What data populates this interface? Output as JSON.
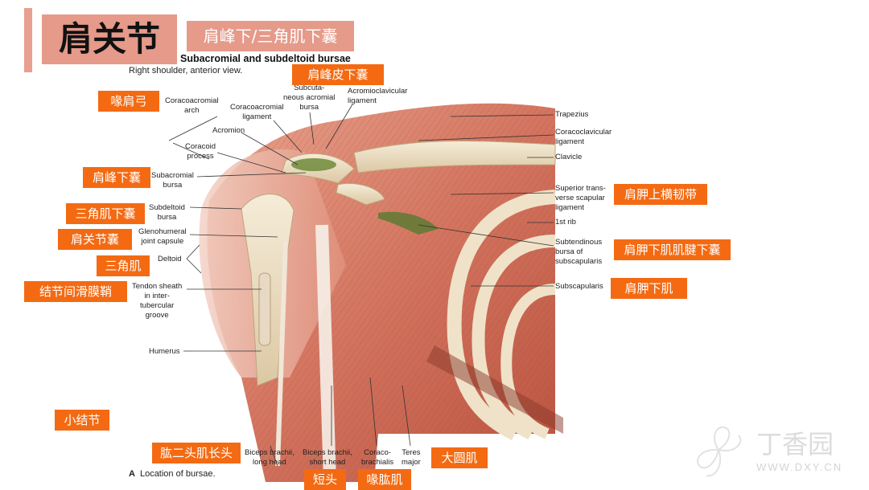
{
  "slide": {
    "title": "肩关节",
    "subtitle": "肩峰下/三角肌下囊"
  },
  "figure": {
    "title": "Subacromial and subdeltoid bursae",
    "subtitle": "Right shoulder, anterior view.",
    "caption_letter": "A",
    "caption_text": "Location of bursae."
  },
  "labels_en": {
    "coracoacromial_arch": "Coracoacromial\narch",
    "coracoacromial_ligament": "Coracoacromial\nligament",
    "subcutaneous_bursa": "Subcuta-\nneous acromial\nbursa",
    "acromioclavicular_ligament": "Acromioclavicular\nligament",
    "acromion": "Acromion",
    "coracoid_process": "Coracoid\nprocess",
    "subacromial_bursa": "Subacromial\nbursa",
    "subdeltoid_bursa": "Subdeltoid\nbursa",
    "glenohumeral_capsule": "Glenohumeral\njoint capsule",
    "deltoid": "Deltoid",
    "tendon_sheath": "Tendon sheath\nin inter-\ntubercular\ngroove",
    "humerus": "Humerus",
    "trapezius": "Trapezius",
    "coracoclavicular_ligament": "Coracoclavicular\nligament",
    "clavicle": "Clavicle",
    "superior_transverse": "Superior trans-\nverse scapular\nligament",
    "first_rib": "1st rib",
    "subtendinous_bursa": "Subtendinous\nbursa of\nsubscapularis",
    "subscapularis": "Subscapularis",
    "biceps_long": "Biceps brachii,\nlong head",
    "biceps_short": "Biceps brachii,\nshort head",
    "coracobrachialis": "Coraco-\nbrachialis",
    "teres_major": "Teres\nmajor"
  },
  "labels_cn": {
    "coracoacromial_arch": "喙肩弓",
    "subcutaneous_bursa": "肩峰皮下囊",
    "subacromial_bursa": "肩峰下囊",
    "subdeltoid_bursa": "三角肌下囊",
    "joint_capsule": "肩关节囊",
    "deltoid": "三角肌",
    "tendon_sheath": "结节间滑膜鞘",
    "lesser_tubercle": "小结节",
    "biceps_long": "肱二头肌长头",
    "biceps_short": "短头",
    "coracobrachialis": "喙肱肌",
    "teres_major": "大圆肌",
    "superior_transverse": "肩胛上横韧带",
    "subtendinous_bursa": "肩胛下肌肌腱下囊",
    "subscapularis": "肩胛下肌"
  },
  "watermark": {
    "text": "丁香园",
    "url": "WWW.DXY.CN"
  },
  "colors": {
    "accent_orange": "#f46a12",
    "title_pink": "#e59a8a",
    "muscle": "#d7735c",
    "bone": "#efe2c8",
    "bursa": "#6f8a3a"
  }
}
